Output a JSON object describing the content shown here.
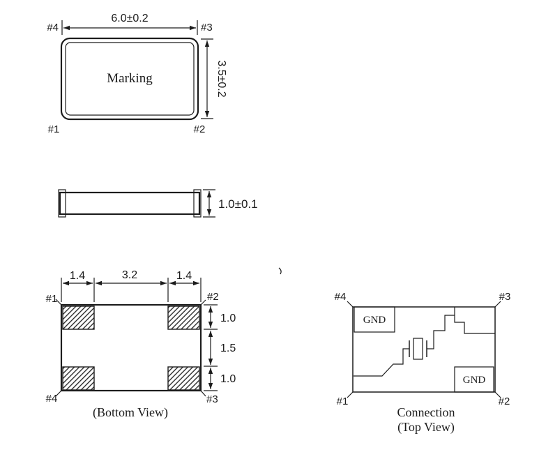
{
  "colors": {
    "line": "#1c1c1c",
    "background": "#ffffff"
  },
  "top_view": {
    "marking": "Marking",
    "dim_width": "6.0±0.2",
    "dim_height": "3.5±0.2",
    "pin_top_left": "#4",
    "pin_top_right": "#3",
    "pin_bottom_left": "#1",
    "pin_bottom_right": "#2"
  },
  "side_view": {
    "dim_thickness": "1.0±0.1"
  },
  "bottom_view": {
    "caption": "(Bottom View)",
    "dim_left_pad": "1.4",
    "dim_center": "3.2",
    "dim_right_pad": "1.4",
    "dim_top_pad": "1.0",
    "dim_middle_gap": "1.5",
    "dim_bottom_pad": "1.0",
    "pin_top_left": "#1",
    "pin_top_right": "#2",
    "pin_bottom_left": "#4",
    "pin_bottom_right": "#3"
  },
  "connection_view": {
    "caption_line1": "Connection",
    "caption_line2": "(Top View)",
    "gnd_top_left": "GND",
    "gnd_bottom_right": "GND",
    "pin_top_left": "#4",
    "pin_top_right": "#3",
    "pin_bottom_left": "#1",
    "pin_bottom_right": "#2"
  }
}
